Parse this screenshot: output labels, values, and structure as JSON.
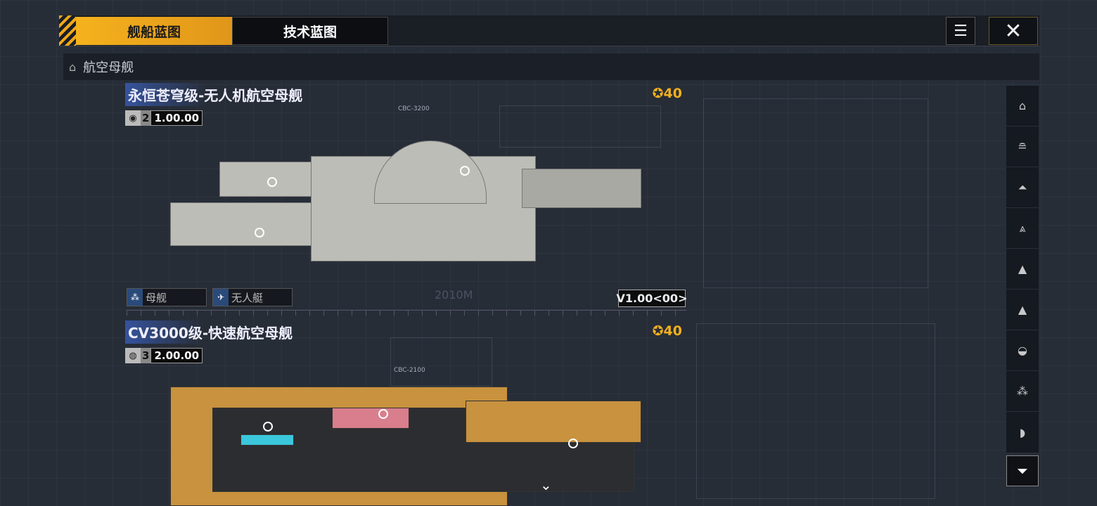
{
  "tabs": [
    {
      "label": "舰船蓝图",
      "active": true
    },
    {
      "label": "技术蓝图",
      "active": false
    }
  ],
  "header": {
    "notes_icon": "document-list-icon",
    "close_icon": "close-icon"
  },
  "category": {
    "label": "航空母舰"
  },
  "ships": [
    {
      "name": "永恒苍穹级-无人机航空母舰",
      "tier": "2",
      "price": "1.00.00",
      "rank": "40",
      "tags": [
        "母舰",
        "无人艇"
      ],
      "length": "2010M",
      "version": "V1.00<00>",
      "code": "CBC-3200"
    },
    {
      "name": "CV3000级-快速航空母舰",
      "tier": "3",
      "price": "2.00.00",
      "rank": "40",
      "code": "CBC-2100"
    }
  ],
  "side_filters": [
    "carrier-icon",
    "battlecruiser-icon",
    "cruiser-icon",
    "destroyer-icon",
    "frigate-icon",
    "corvette-icon",
    "auxiliary-icon",
    "fighter-icon",
    "dome-icon"
  ],
  "colors": {
    "accent": "#f5b21d",
    "rank": "#f2b01e",
    "title_highlight": "#3c64c8"
  }
}
